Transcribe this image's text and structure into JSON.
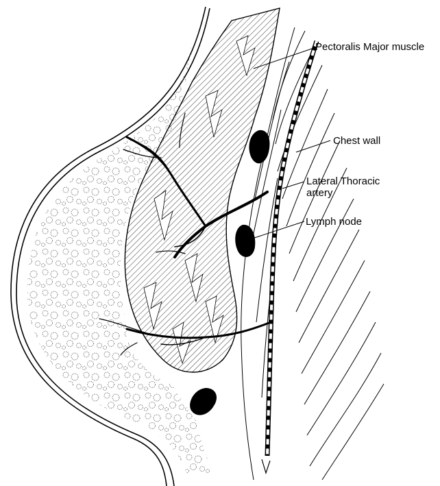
{
  "figure": {
    "labels": {
      "pectoralis": "Pectoralis Major muscle",
      "chest_wall": "Chest wall",
      "artery_line1": "Lateral Thoracic",
      "artery_line2": "artery",
      "lymph_node": "Lymph node"
    },
    "colors": {
      "ink": "#000000",
      "background": "#ffffff",
      "hatch": "#000000"
    }
  }
}
